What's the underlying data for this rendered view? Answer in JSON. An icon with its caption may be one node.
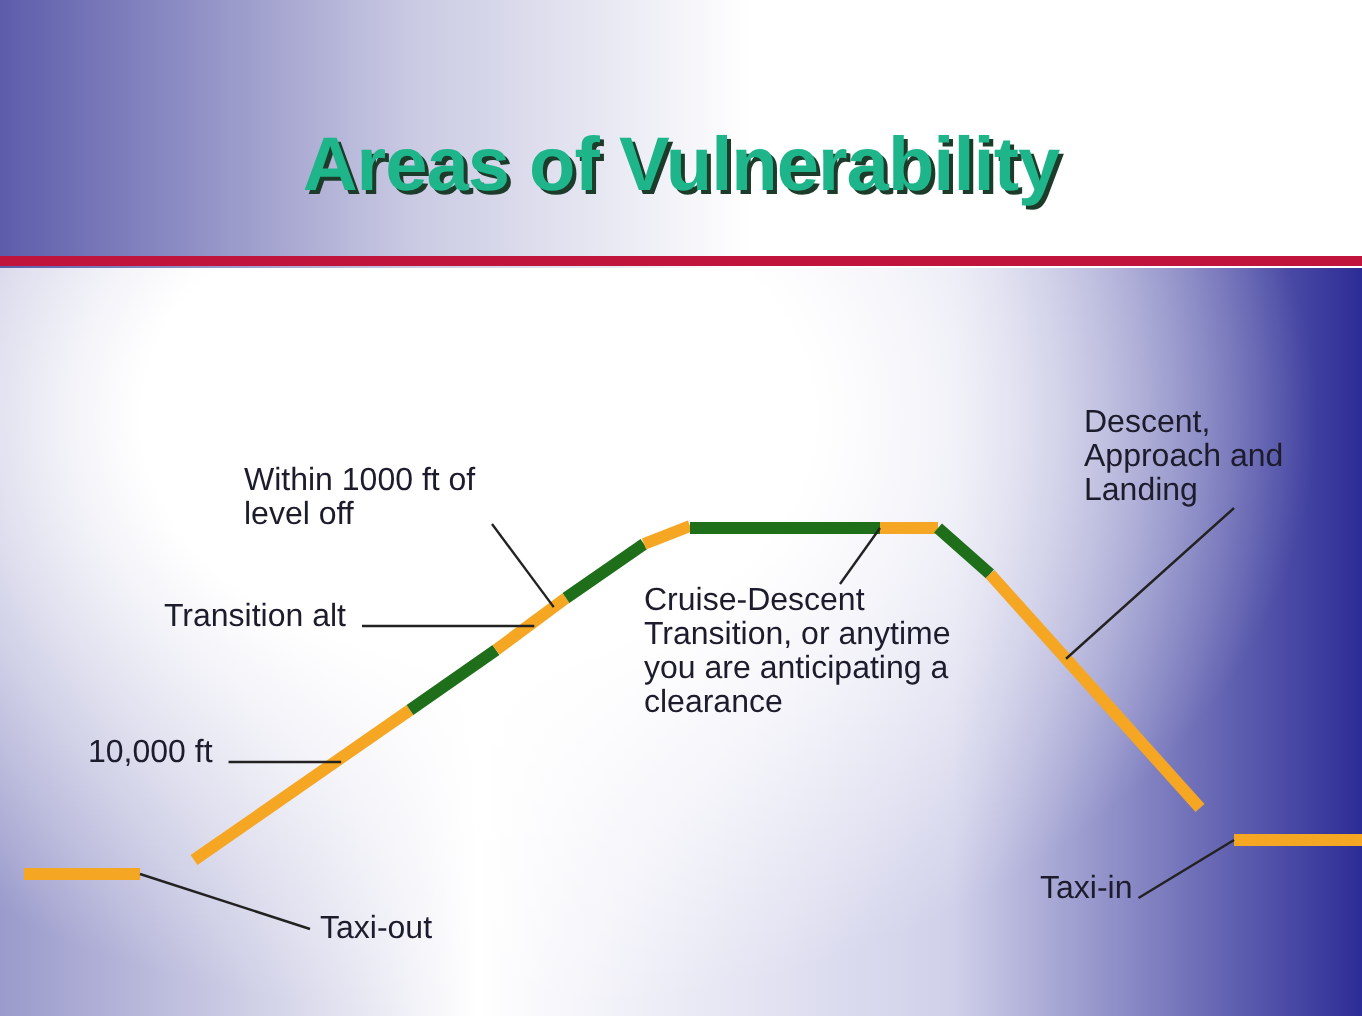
{
  "diagram": {
    "title": "Areas of Vulnerability",
    "nodes": [
      {
        "text": [
          "Within 1000 ft of level off"
        ]
      },
      {
        "text": [
          "Transition alt"
        ]
      },
      {
        "text": [
          "10,000 ft"
        ]
      },
      {
        "text": [
          "Cruise-Descent Transition, or anytime you are anticipating a clearance"
        ]
      },
      {
        "text": [
          "Descent, Approach and Landing"
        ]
      },
      {
        "text": [
          "Taxi-out"
        ]
      },
      {
        "text": [
          "Taxi-in"
        ]
      },
      {
        "text": [],
        "shape": "line"
      },
      {
        "text": [],
        "shape": "line"
      },
      {
        "text": [],
        "shape": "line"
      },
      {
        "text": [],
        "shape": "line"
      },
      {
        "text": [],
        "shape": "line"
      },
      {
        "text": [],
        "shape": "line"
      }
    ],
    "edges": [
      {
        "from": 0,
        "to": 8,
        "arrow": "none"
      },
      {
        "from": 1,
        "to": 8,
        "arrow": "none"
      },
      {
        "from": 2,
        "to": 8,
        "arrow": "none"
      },
      {
        "from": 3,
        "to": 10,
        "arrow": "none"
      },
      {
        "from": 4,
        "to": 11,
        "arrow": "none"
      },
      {
        "from": 5,
        "to": 7,
        "arrow": "none"
      },
      {
        "from": 6,
        "to": 12,
        "arrow": "none"
      }
    ]
  }
}
